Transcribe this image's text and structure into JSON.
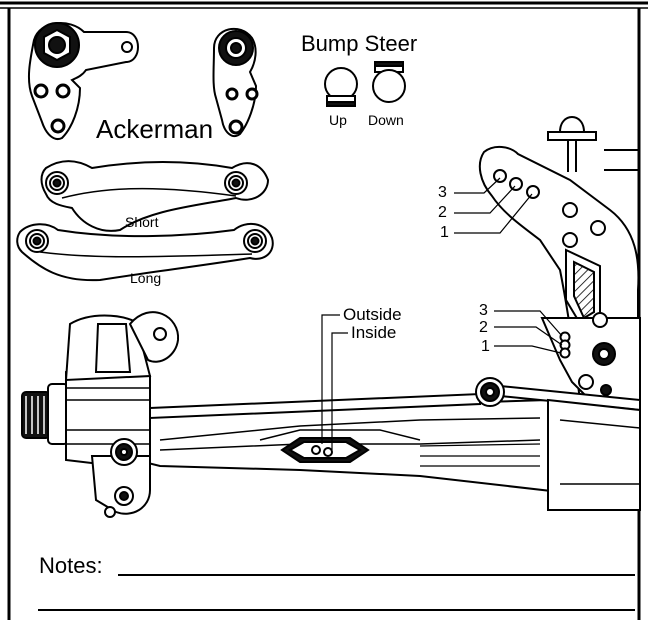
{
  "labels": {
    "ackerman": "Ackerman",
    "bump_steer": "Bump Steer",
    "up": "Up",
    "down": "Down",
    "short": "Short",
    "long": "Long",
    "outside": "Outside",
    "inside": "Inside",
    "notes": "Notes:"
  },
  "numbers": {
    "upper": [
      "3",
      "2",
      "1"
    ],
    "lower": [
      "3",
      "2",
      "1"
    ]
  }
}
